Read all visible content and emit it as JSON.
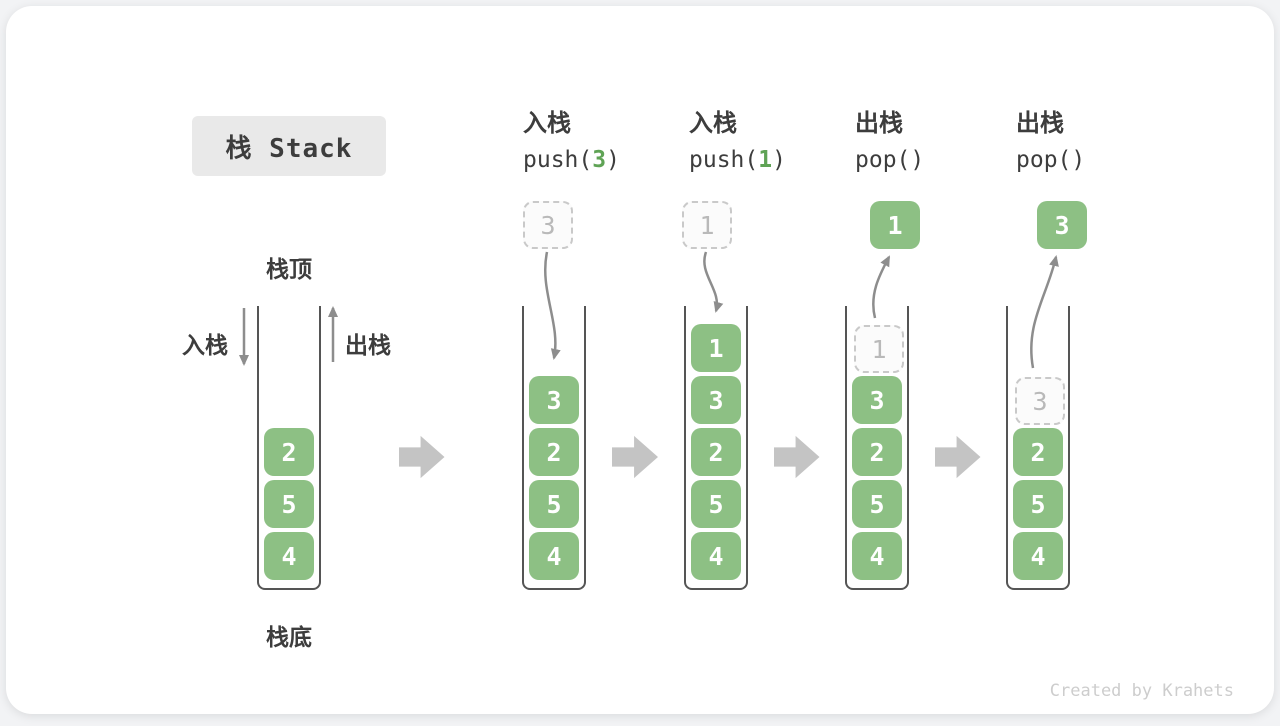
{
  "title": "栈 Stack",
  "labels": {
    "stack_top": "栈顶",
    "stack_bottom": "栈底",
    "push": "入栈",
    "pop": "出栈"
  },
  "watermark": "Created by Krahets",
  "colors": {
    "page_bg": "#f2f3f5",
    "card_bg": "#ffffff",
    "title_bg": "#e9e9e9",
    "ink": "#3d3d3d",
    "box_green": "#8dc084",
    "box_text": "#ffffff",
    "code_arg_green": "#5fa355",
    "arrow_gray": "#8d8d8d",
    "block_arrow_gray": "#c4c4c4",
    "dashed_border": "#c9c9c9",
    "ghost_text": "#b9b9b9",
    "wall_gray": "#555555",
    "watermark_gray": "#cdcdcd"
  },
  "columns": [
    {
      "name": "stack-initial",
      "stack": [
        {
          "value": "2"
        },
        {
          "value": "5"
        },
        {
          "value": "4"
        }
      ]
    },
    {
      "name": "stack-after-push-3",
      "header": {
        "label": "入栈",
        "code": [
          {
            "text": "push(",
            "kind": "plain"
          },
          {
            "text": "3",
            "kind": "arg"
          },
          {
            "text": ")",
            "kind": "plain"
          }
        ]
      },
      "floating": {
        "value": "3",
        "variant": "dashed"
      },
      "arrow": "push",
      "stack": [
        {
          "value": "3"
        },
        {
          "value": "2"
        },
        {
          "value": "5"
        },
        {
          "value": "4"
        }
      ]
    },
    {
      "name": "stack-after-push-1",
      "header": {
        "label": "入栈",
        "code": [
          {
            "text": "push(",
            "kind": "plain"
          },
          {
            "text": "1",
            "kind": "arg"
          },
          {
            "text": ")",
            "kind": "plain"
          }
        ]
      },
      "floating": {
        "value": "1",
        "variant": "dashed"
      },
      "arrow": "push",
      "stack": [
        {
          "value": "1"
        },
        {
          "value": "3"
        },
        {
          "value": "2"
        },
        {
          "value": "5"
        },
        {
          "value": "4"
        }
      ]
    },
    {
      "name": "stack-after-pop-1",
      "header": {
        "label": "出栈",
        "code": [
          {
            "text": "pop()",
            "kind": "plain"
          }
        ]
      },
      "floating": {
        "value": "1",
        "variant": "solid"
      },
      "arrow": "pop",
      "stack": [
        {
          "value": "1",
          "ghost": true
        },
        {
          "value": "3"
        },
        {
          "value": "2"
        },
        {
          "value": "5"
        },
        {
          "value": "4"
        }
      ]
    },
    {
      "name": "stack-after-pop-3",
      "header": {
        "label": "出栈",
        "code": [
          {
            "text": "pop()",
            "kind": "plain"
          }
        ]
      },
      "floating": {
        "value": "3",
        "variant": "solid"
      },
      "arrow": "pop",
      "stack": [
        {
          "value": "3",
          "ghost": true
        },
        {
          "value": "2"
        },
        {
          "value": "5"
        },
        {
          "value": "4"
        }
      ]
    }
  ]
}
